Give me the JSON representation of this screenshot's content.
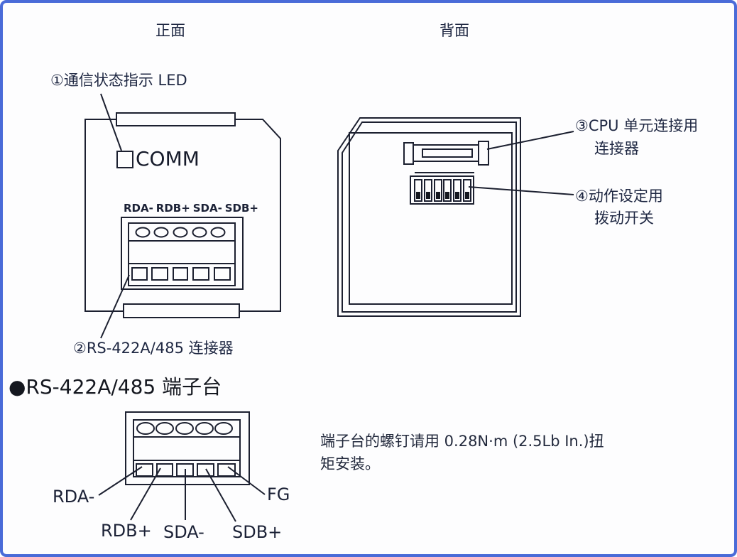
{
  "page": {
    "border_color": "#4a6bd8",
    "line_color": "#1c2030",
    "background": "#fdfdfe"
  },
  "titles": {
    "front": "正面",
    "back": "背面"
  },
  "front_view": {
    "callout_led": "①通信状态指示 LED",
    "led_label": "COMM",
    "terminal_labels": [
      "RDA-",
      "RDB+",
      "SDA-",
      "SDB+"
    ],
    "callout_connector": "②RS-422A/485 连接器"
  },
  "back_view": {
    "callout_cpu_line1": "③CPU 单元连接用",
    "callout_cpu_line2": "连接器",
    "callout_switch_line1": "④动作设定用",
    "callout_switch_line2": "拨动开关"
  },
  "terminal_block_section": {
    "heading": "●RS-422A/485 端子台",
    "pins": [
      "RDA-",
      "RDB+",
      "SDA-",
      "SDB+",
      "FG"
    ],
    "note": "端子台的螺钉请用 0.28N·m (2.5Lb In.)扭矩安装。"
  },
  "icons": {
    "bullet": "filled-circle-bullet",
    "circled_numbers": [
      "①",
      "②",
      "③",
      "④"
    ]
  }
}
